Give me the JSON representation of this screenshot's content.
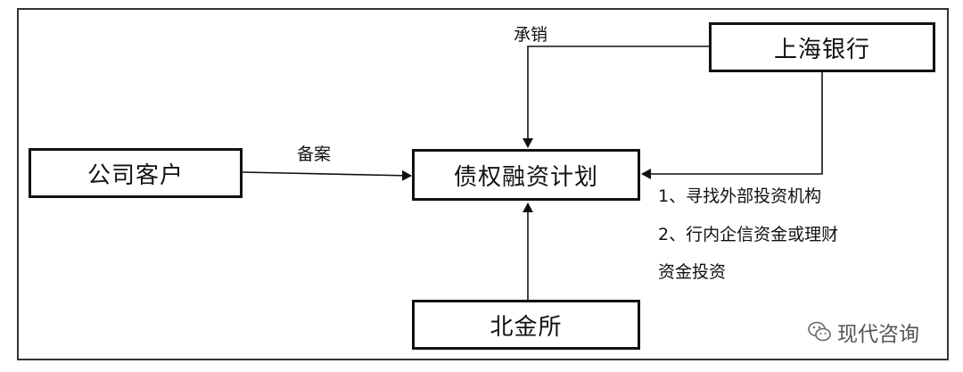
{
  "nodes": {
    "bank": "上海银行",
    "customer": "公司客户",
    "plan": "债权融资计划",
    "exchange": "北金所"
  },
  "edge_labels": {
    "underwrite": "承销",
    "filing": "备案"
  },
  "notes": {
    "line1": "1、寻找外部投资机构",
    "line2": "2、行内企信资金或理财",
    "line3": "资金投资"
  },
  "watermark": {
    "text": "现代咨询",
    "icon": "wechat-icon"
  }
}
